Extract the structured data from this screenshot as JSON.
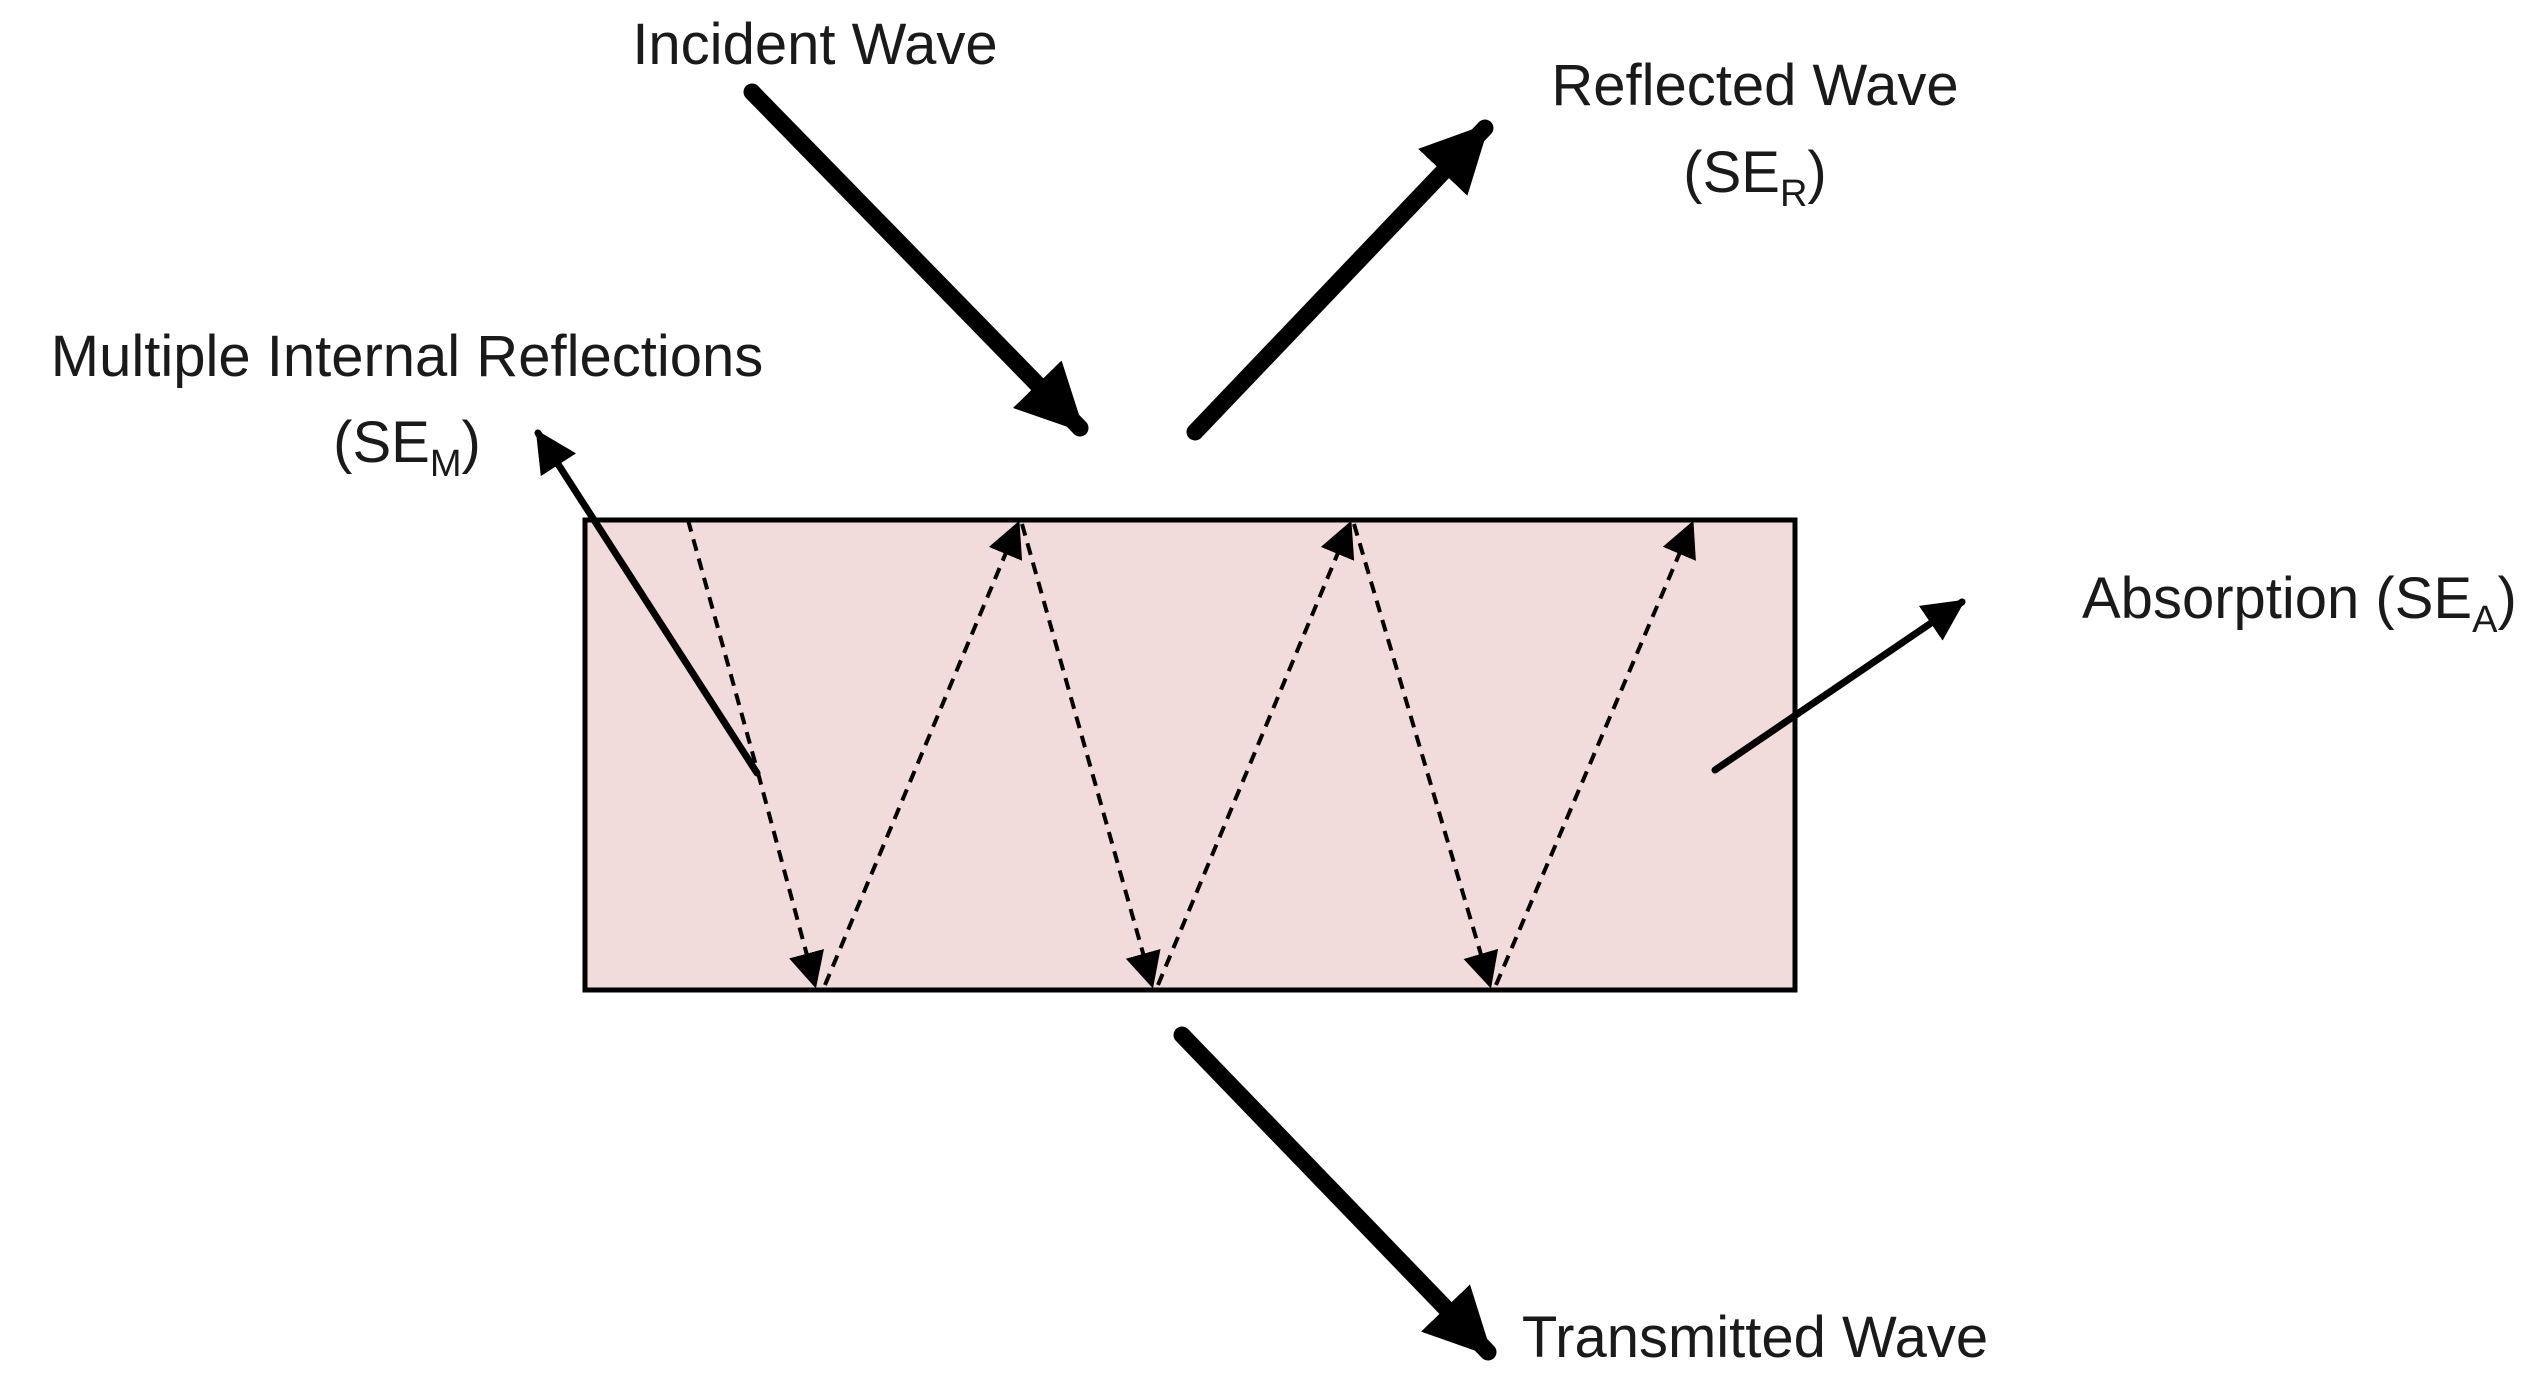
{
  "labels": {
    "incident": "Incident Wave",
    "reflected": "Reflected Wave",
    "reflected_sym_open": "(SE",
    "reflected_sym_sub": "R",
    "reflected_sym_close": ")",
    "multiple": "Multiple Internal Reflections",
    "multiple_sym_open": "(SE",
    "multiple_sym_sub": "M",
    "multiple_sym_close": ")",
    "absorption": "Absorption (SE",
    "absorption_sub": "A",
    "absorption_close": ")",
    "transmitted": "Transmitted Wave"
  },
  "colors": {
    "shield_fill": "#f2dcdb",
    "stroke": "#000000",
    "text": "#1a1a1a"
  }
}
